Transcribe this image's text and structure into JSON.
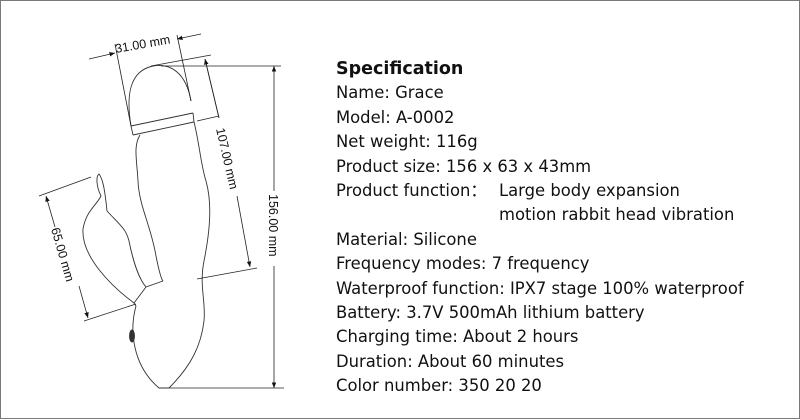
{
  "diagram": {
    "dimensions": {
      "head_width": "31.00 mm",
      "shaft_length": "107.00 mm",
      "total_length": "156.00 mm",
      "rabbit_length": "65.00 mm"
    }
  },
  "specification": {
    "title": "Specification",
    "name": "Name: Grace",
    "model": "Model: A-0002",
    "net_weight": "Net weight: 116g",
    "product_size": "Product size: 156 x 63 x 43mm",
    "product_function_label": "Product function：",
    "product_function_line1": "Large body expansion",
    "product_function_line2": "motion rabbit head vibration",
    "material": "Material: Silicone",
    "frequency_modes": "Frequency modes: 7 frequency",
    "waterproof_function": "Waterproof function: IPX7 stage 100% waterproof",
    "battery": "Battery: 3.7V 500mAh lithium battery",
    "charging_time": "Charging time: About 2 hours",
    "duration": "Duration: About 60 minutes",
    "color_number": "Color number: 350 20 20"
  }
}
